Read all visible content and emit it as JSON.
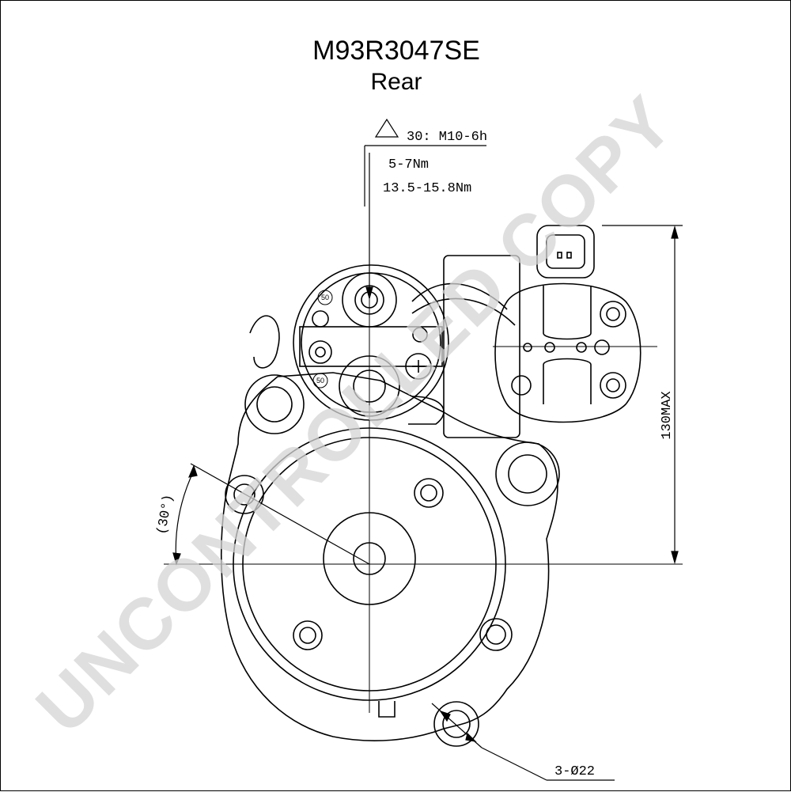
{
  "header": {
    "part_number": "M93R3047SE",
    "view": "Rear"
  },
  "annotations": {
    "terminal_thread": "30: M10-6h",
    "torque_1": "5-7Nm",
    "torque_2": "13.5-15.8Nm",
    "angle": "(30°)",
    "height": "130MAX",
    "holes": "3-Ø22",
    "terminal_50_upper": "50",
    "terminal_50_lower": "50"
  },
  "watermark": {
    "text": "UNCONTROLLED COPY",
    "color": "#d4d4d4"
  },
  "icons": {
    "datum_marker": "triangle-icon"
  }
}
